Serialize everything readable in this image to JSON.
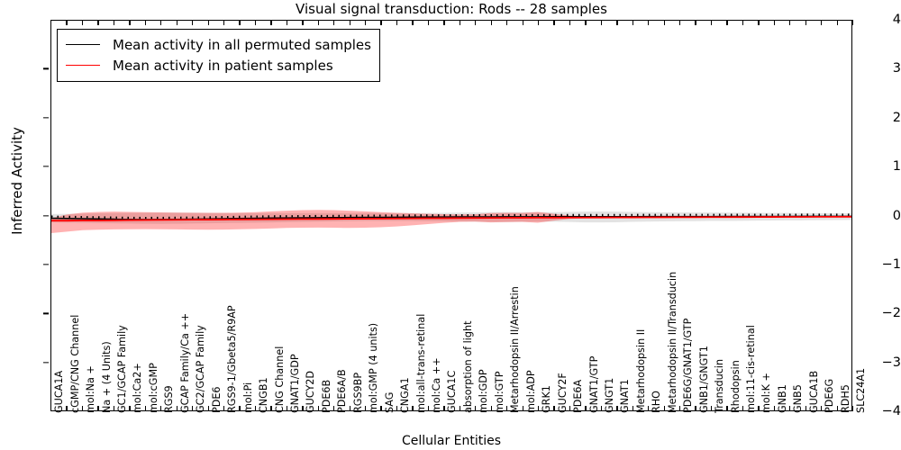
{
  "chart_data": {
    "type": "line",
    "title": "Visual signal transduction: Rods -- 28 samples",
    "xlabel": "Cellular Entities",
    "ylabel": "Inferred Activity",
    "ylim": [
      -4,
      4
    ],
    "yticks": [
      -4,
      -3,
      -2,
      -1,
      0,
      1,
      2,
      3,
      4
    ],
    "grid": false,
    "legend_position": "upper left",
    "n_samples": 28,
    "categories": [
      "GUCA1A",
      "cGMP/CNG Channel",
      "mol:Na +",
      "Na + (4 Units)",
      "GC1/GCAP Family",
      "mol:Ca2+",
      "mol:cGMP",
      "RGS9",
      "GCAP Family/Ca ++",
      "GC2/GCAP Family",
      "PDE6",
      "RGS9-1/Gbeta5/R9AP",
      "mol:Pi",
      "CNGB1",
      "CNG Channel",
      "GNAT1/GDP",
      "GUCY2D",
      "PDE6B",
      "PDE6A/B",
      "RGS9BP",
      "mol:GMP (4 units)",
      "SAG",
      "CNGA1",
      "mol:all-trans-retinal",
      "mol:Ca ++",
      "GUCA1C",
      "absorption of light",
      "mol:GDP",
      "mol:GTP",
      "Metarhodopsin II/Arrestin",
      "mol:ADP",
      "GRK1",
      "GUCY2F",
      "PDE6A",
      "GNAT1/GTP",
      "GNGT1",
      "GNAT1",
      "Metarhodopsin II",
      "RHO",
      "Metarhodopsin II/Transducin",
      "PDE6G/GNAT1/GTP",
      "GNB1/GNGT1",
      "Transducin",
      "Rhodopsin",
      "mol:11-cis-retinal",
      "mol:K +",
      "GNB1",
      "GNB5",
      "GUCA1B",
      "PDE6G",
      "RDH5",
      "SLC24A1"
    ],
    "series": [
      {
        "name": "Mean activity in all permuted samples",
        "color": "#000000",
        "style": "solid+dotted",
        "values": [
          -0.055,
          -0.06,
          -0.065,
          -0.07,
          -0.075,
          -0.08,
          -0.082,
          -0.08,
          -0.078,
          -0.075,
          -0.07,
          -0.065,
          -0.06,
          -0.055,
          -0.05,
          -0.048,
          -0.046,
          -0.044,
          -0.042,
          -0.04,
          -0.038,
          -0.036,
          -0.034,
          -0.032,
          -0.03,
          -0.03,
          -0.028,
          -0.028,
          -0.027,
          -0.026,
          -0.025,
          -0.025,
          -0.024,
          -0.024,
          -0.023,
          -0.023,
          -0.022,
          -0.022,
          -0.021,
          -0.021,
          -0.02,
          -0.02,
          -0.02,
          -0.019,
          -0.019,
          -0.018,
          -0.018,
          -0.018,
          -0.017,
          -0.017,
          -0.017,
          -0.016
        ],
        "band_upper": [
          0.03,
          0.035,
          0.04,
          0.045,
          0.05,
          0.055,
          0.058,
          0.06,
          0.06,
          0.058,
          0.055,
          0.052,
          0.05,
          0.05,
          0.05,
          0.05,
          0.05,
          0.05,
          0.05,
          0.05,
          0.05,
          0.05,
          0.05,
          0.05,
          0.052,
          0.055,
          0.06,
          0.065,
          0.07,
          0.072,
          0.07,
          0.068,
          0.07,
          0.075,
          0.08,
          0.082,
          0.08,
          0.075,
          0.07,
          0.068,
          0.065,
          0.063,
          0.062,
          0.06,
          0.058,
          0.056,
          0.054,
          0.052,
          0.05,
          0.048,
          0.046,
          0.045
        ],
        "band_lower": [
          -0.14,
          -0.145,
          -0.15,
          -0.155,
          -0.16,
          -0.165,
          -0.168,
          -0.17,
          -0.168,
          -0.165,
          -0.16,
          -0.155,
          -0.15,
          -0.145,
          -0.14,
          -0.135,
          -0.13,
          -0.125,
          -0.12,
          -0.115,
          -0.112,
          -0.11,
          -0.11,
          -0.112,
          -0.115,
          -0.118,
          -0.12,
          -0.125,
          -0.13,
          -0.132,
          -0.128,
          -0.125,
          -0.128,
          -0.132,
          -0.14,
          -0.142,
          -0.138,
          -0.13,
          -0.125,
          -0.12,
          -0.118,
          -0.115,
          -0.112,
          -0.11,
          -0.108,
          -0.105,
          -0.102,
          -0.1,
          -0.098,
          -0.095,
          -0.092,
          -0.09
        ],
        "band_color": "#b0b0b0",
        "band_alpha": 0.35
      },
      {
        "name": "Mean activity in patient samples",
        "color": "#ff0000",
        "style": "solid",
        "values": [
          -0.105,
          -0.105,
          -0.1,
          -0.1,
          -0.098,
          -0.095,
          -0.092,
          -0.09,
          -0.088,
          -0.086,
          -0.084,
          -0.082,
          -0.08,
          -0.078,
          -0.076,
          -0.074,
          -0.072,
          -0.07,
          -0.068,
          -0.066,
          -0.064,
          -0.062,
          -0.06,
          -0.058,
          -0.056,
          -0.054,
          -0.052,
          -0.05,
          -0.048,
          -0.046,
          -0.045,
          -0.044,
          -0.043,
          -0.042,
          -0.041,
          -0.04,
          -0.039,
          -0.038,
          -0.037,
          -0.036,
          -0.035,
          -0.034,
          -0.033,
          -0.032,
          -0.031,
          -0.03,
          -0.029,
          -0.028,
          -0.027,
          -0.026,
          -0.025,
          -0.024
        ],
        "band_upper": [
          -0.05,
          0.02,
          0.06,
          0.075,
          0.08,
          0.075,
          0.07,
          0.065,
          0.06,
          0.058,
          0.055,
          0.055,
          0.06,
          0.07,
          0.085,
          0.1,
          0.11,
          0.115,
          0.11,
          0.1,
          0.085,
          0.07,
          0.055,
          0.045,
          0.035,
          0.028,
          0.022,
          0.016,
          0.012,
          0.008,
          0.004,
          0.0,
          -0.004,
          -0.008,
          -0.012,
          -0.016,
          -0.018,
          -0.02,
          -0.022,
          -0.024,
          -0.026,
          -0.028,
          -0.029,
          -0.03,
          -0.031,
          -0.031,
          -0.032,
          -0.032,
          -0.033,
          -0.033,
          -0.033,
          -0.034
        ],
        "band_lower": [
          -0.36,
          -0.33,
          -0.3,
          -0.29,
          -0.285,
          -0.282,
          -0.28,
          -0.282,
          -0.285,
          -0.288,
          -0.29,
          -0.288,
          -0.282,
          -0.275,
          -0.265,
          -0.255,
          -0.25,
          -0.248,
          -0.25,
          -0.255,
          -0.25,
          -0.24,
          -0.225,
          -0.2,
          -0.175,
          -0.15,
          -0.13,
          -0.115,
          -0.1,
          -0.088,
          -0.08,
          -0.072,
          -0.066,
          -0.062,
          -0.058,
          -0.055,
          -0.052,
          -0.05,
          -0.048,
          -0.046,
          -0.044,
          -0.043,
          -0.042,
          -0.041,
          -0.04,
          -0.039,
          -0.038,
          -0.037,
          -0.036,
          -0.035,
          -0.034,
          -0.033
        ],
        "band_color": "#ff0000",
        "band_alpha": 0.3
      }
    ],
    "red_bulges": [
      {
        "center_index": 28.5,
        "half_width": 1.8,
        "amplitude": 0.055
      },
      {
        "center_index": 31.0,
        "half_width": 2.2,
        "amplitude": 0.075
      }
    ]
  },
  "legend": {
    "items": [
      {
        "label": "Mean activity in all permuted samples",
        "color": "#000000"
      },
      {
        "label": "Mean activity in patient samples",
        "color": "#ff0000"
      }
    ]
  }
}
